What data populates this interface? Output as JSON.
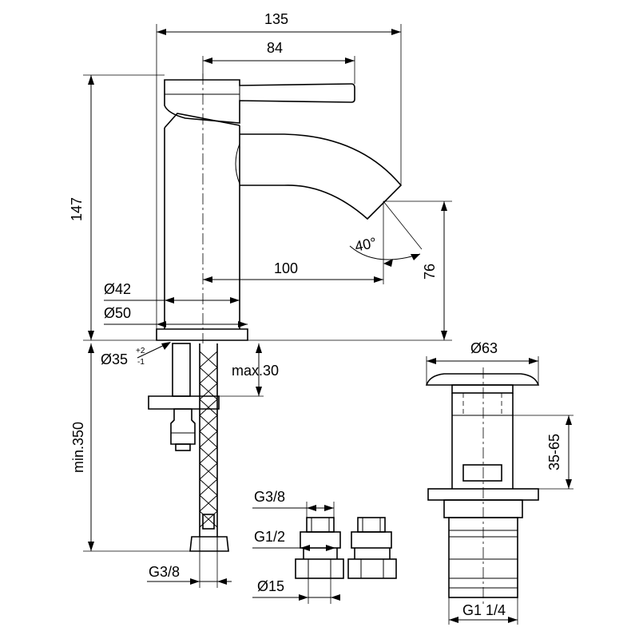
{
  "dimensions": {
    "width_total": "135",
    "lever_length": "84",
    "height_total": "147",
    "spout_angle": "40°",
    "spout_reach": "100",
    "spout_height": "76",
    "dia_42": "Ø42",
    "dia_50": "Ø50",
    "dia_35": "Ø35",
    "dia_35_tol_upper": "+2",
    "dia_35_tol_lower": "-1",
    "deck_thickness": "max.30",
    "hose_length": "min.350",
    "hose_thread": "G3/8",
    "adapter_thread_small": "G3/8",
    "adapter_thread_large": "G1/2",
    "adapter_dia": "Ø15",
    "waste_dia": "Ø63",
    "waste_range": "35-65",
    "waste_thread": "G1 1/4"
  }
}
